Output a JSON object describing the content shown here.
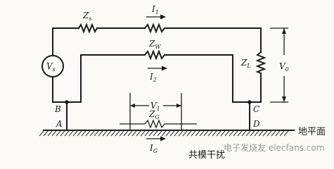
{
  "diagram": {
    "components": {
      "zs": {
        "main": "Z",
        "sub": "s"
      },
      "i1": {
        "main": "I",
        "sub": "1"
      },
      "zw": {
        "main": "Z",
        "sub": "W"
      },
      "i2": {
        "main": "I",
        "sub": "2"
      },
      "vs": {
        "main": "V",
        "sub": "s"
      },
      "zl": {
        "main": "Z",
        "sub": "L"
      },
      "v0": {
        "main": "V",
        "sub": "0"
      },
      "v1": {
        "main": "V",
        "sub": "1"
      },
      "zg": {
        "main": "Z",
        "sub": "G"
      },
      "ig": {
        "main": "I",
        "sub": "G"
      }
    },
    "nodes": {
      "a": "A",
      "b": "B",
      "c": "C",
      "d": "D"
    },
    "ground_label": "地平面",
    "caption": "共模干扰",
    "watermark": "电子发烧友 elecfans.com"
  }
}
